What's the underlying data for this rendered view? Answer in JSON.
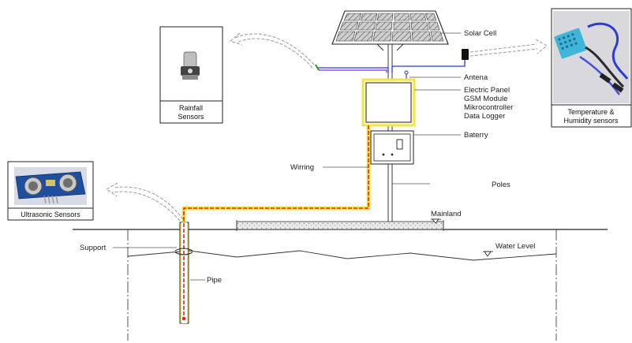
{
  "labels": {
    "solar_cell": "Solar Cell",
    "antena": "Antena",
    "panel_line1": "Electric Panel",
    "panel_line2": "GSM Module",
    "panel_line3": "Mikrocontroller",
    "panel_line4": "Data Logger",
    "baterry": "Baterry",
    "poles": "Poles",
    "wirring": "Wirring",
    "mainland": "Mainland",
    "water_level": "Water Level",
    "support": "Support",
    "pipe": "Pipe"
  },
  "sensors": {
    "rainfall_line1": "Rainfall",
    "rainfall_line2": "Sensors",
    "temp_line1": "Temperature &",
    "temp_line2": "Humidity sensors",
    "ultrasonic": "Ultrasonic Sensors"
  },
  "colors": {
    "wire_red": "#e8261c",
    "wire_yellow": "#f3e44a",
    "wire_blue": "#2a3bd6",
    "wire_purple": "#7a3ab8",
    "wire_green": "#1f9a2a",
    "line": "#222222"
  }
}
